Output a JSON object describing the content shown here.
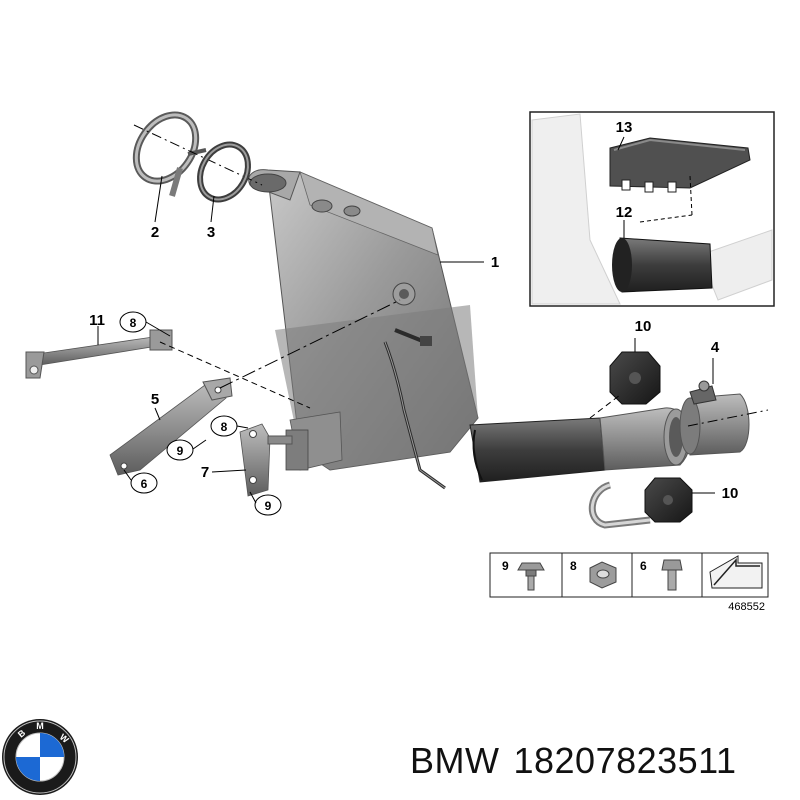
{
  "callouts": {
    "c1": "1",
    "c2": "2",
    "c3": "3",
    "c4": "4",
    "c5": "5",
    "c6": "6",
    "c7": "7",
    "c8a": "8",
    "c8b": "8",
    "c9a": "9",
    "c9b": "9",
    "c10a": "10",
    "c10b": "10",
    "c11": "11",
    "c12": "12",
    "c13": "13"
  },
  "legend": {
    "items": [
      {
        "number": "9",
        "icon": "flange-bolt-icon"
      },
      {
        "number": "8",
        "icon": "hex-nut-icon"
      },
      {
        "number": "6",
        "icon": "hex-bolt-icon"
      },
      {
        "number": "",
        "icon": "direction-arrow-icon"
      }
    ]
  },
  "diagram_ref": "468552",
  "footer": {
    "brand": "BMW",
    "part_number": "18207823511",
    "logo_letters": "BMW"
  },
  "colors": {
    "part_gray": "#8c8c8c",
    "part_dark": "#3a3a3a",
    "inset_border": "#222222",
    "logo_blue": "#1c69d4"
  }
}
